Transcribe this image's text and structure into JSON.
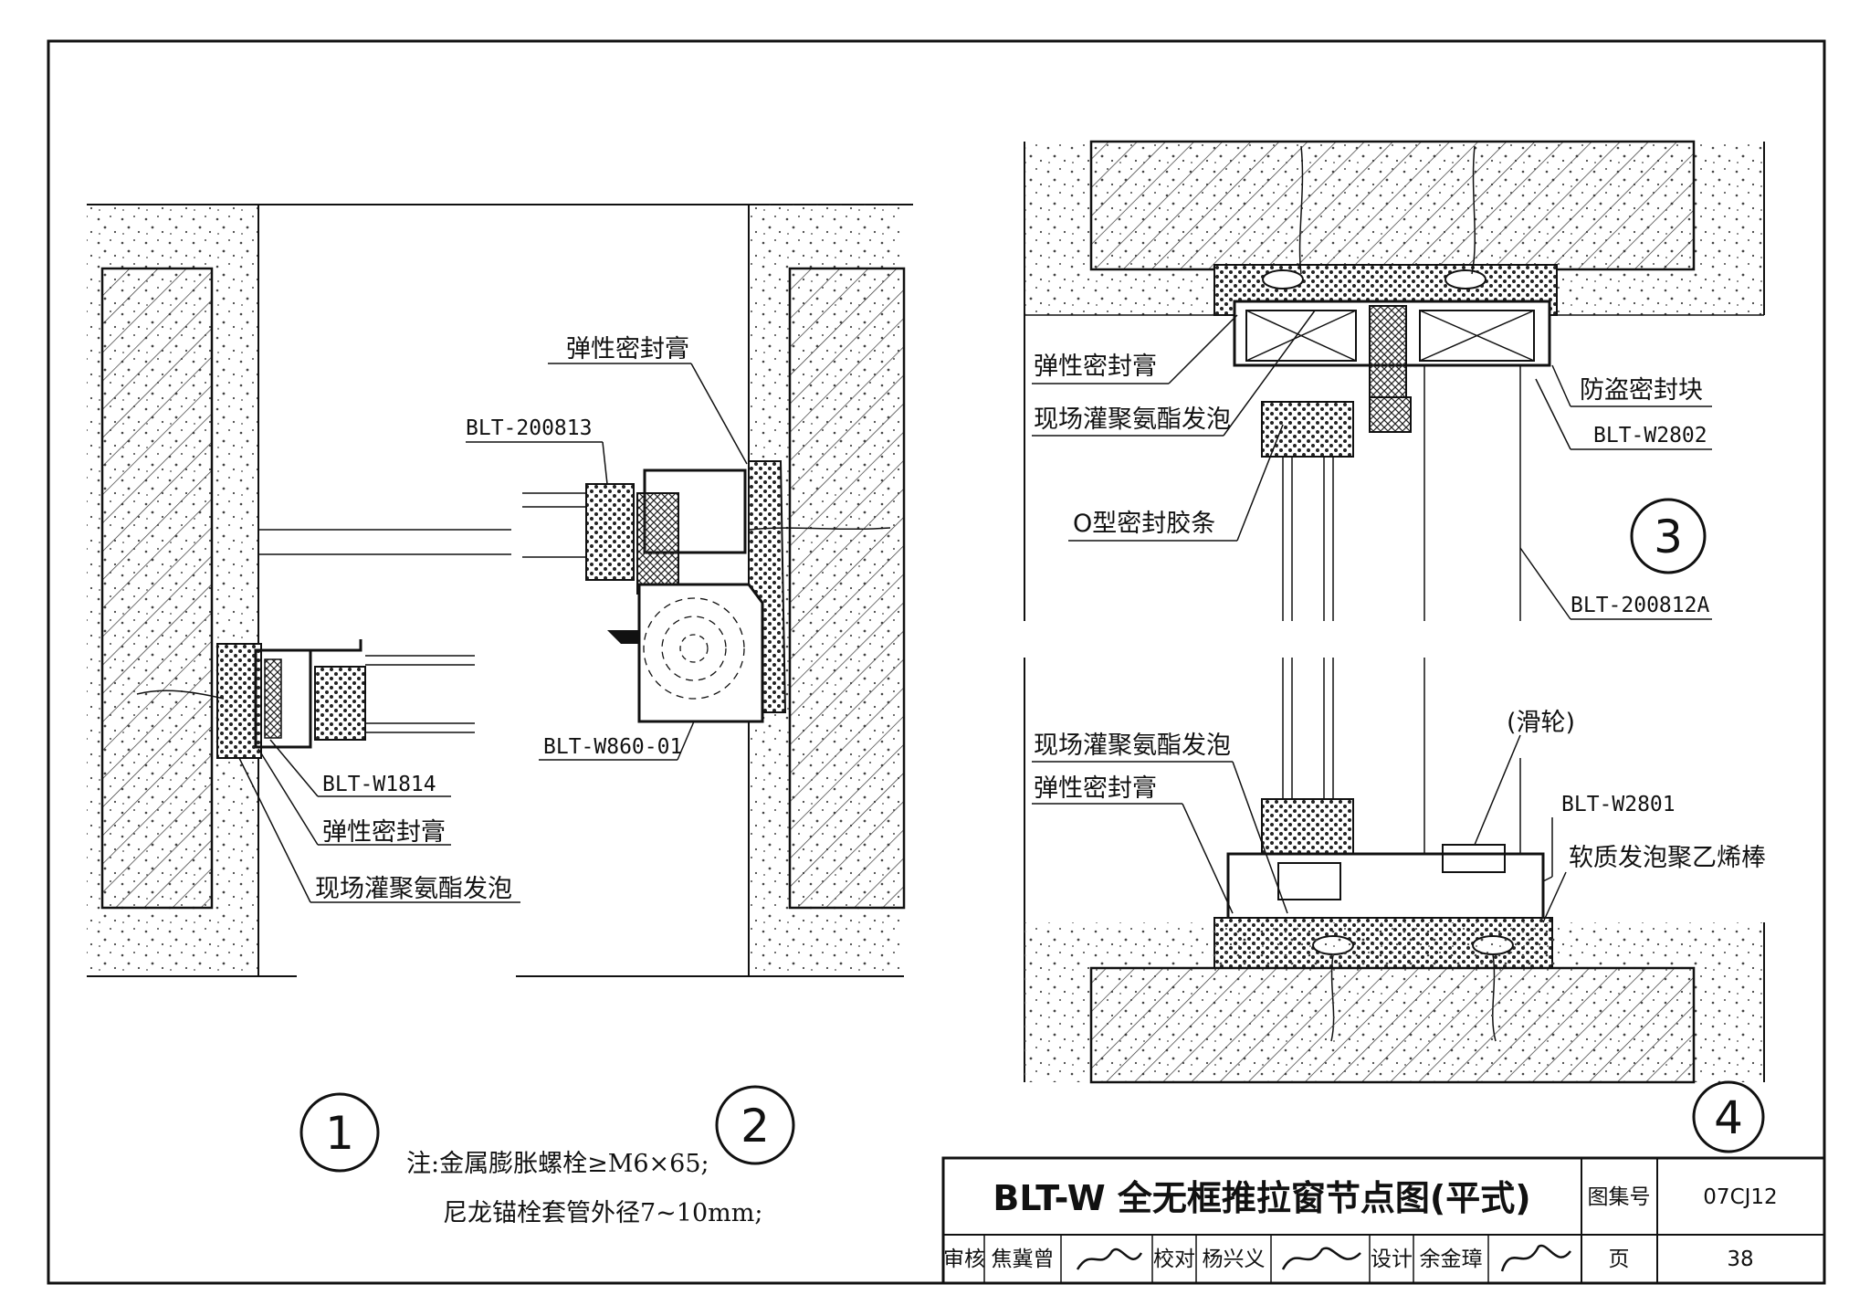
{
  "labels": {
    "d1_profile": "BLT-W1814",
    "d1_sealant": "弹性密封膏",
    "d1_foam": "现场灌聚氨酯发泡",
    "d2_sealant": "弹性密封膏",
    "d2_profile_top": "BLT-200813",
    "d2_profile_bottom": "BLT-W860-01",
    "d3_sealant": "弹性密封膏",
    "d3_foam": "现场灌聚氨酯发泡",
    "d3_oring": "O型密封胶条",
    "d3_antitheft": "防盗密封块",
    "d3_profile_a": "BLT-W2802",
    "d3_profile_b": "BLT-200812A",
    "d4_foam": "现场灌聚氨酯发泡",
    "d4_sealant": "弹性密封膏",
    "d4_pulley": "(滑轮)",
    "d4_profile": "BLT-W2801",
    "d4_rod": "软质发泡聚乙烯棒"
  },
  "detail_numbers": [
    "1",
    "2",
    "3",
    "4"
  ],
  "note": {
    "line1": "注:金属膨胀螺栓≥M6×65;",
    "line2": "尼龙锚栓套管外径7~10mm;"
  },
  "title_block": {
    "title": "BLT-W 全无框推拉窗节点图(平式)",
    "atlas_label": "图集号",
    "atlas_no": "07CJ12",
    "review_label": "审核",
    "review_name": "焦冀曾",
    "check_label": "校对",
    "check_name": "杨兴义",
    "design_label": "设计",
    "design_name": "余金璋",
    "page_label": "页",
    "page_no": "38"
  }
}
